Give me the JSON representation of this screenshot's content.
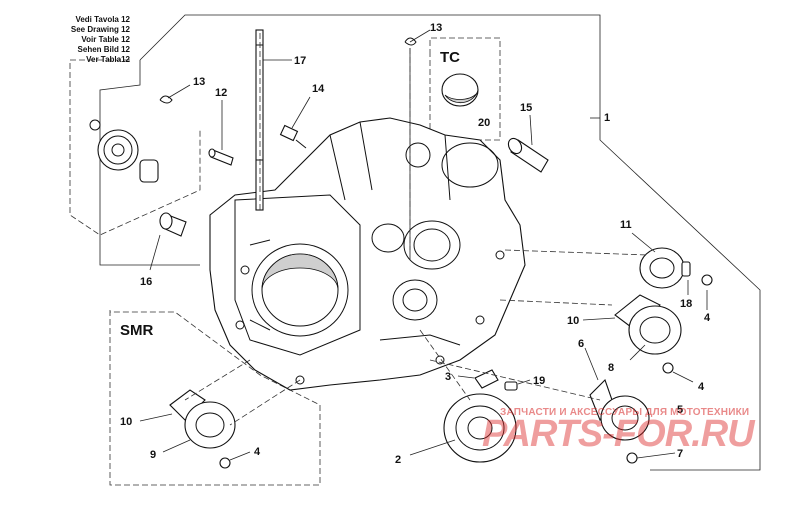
{
  "reference_note": [
    "Vedi Tavola 12",
    "See Drawing 12",
    "Voir Table 12",
    "Sehen Bild 12",
    "Ver Tabla12"
  ],
  "boxes": {
    "tc": "TC",
    "smr": "SMR"
  },
  "callouts": {
    "p1": "1",
    "p2": "2",
    "p3": "3",
    "p4a": "4",
    "p4b": "4",
    "p4c": "4",
    "p5": "5",
    "p6": "6",
    "p7": "7",
    "p8": "8",
    "p9": "9",
    "p10a": "10",
    "p10b": "10",
    "p11": "11",
    "p12": "12",
    "p13a": "13",
    "p13b": "13",
    "p14": "14",
    "p15": "15",
    "p16": "16",
    "p17": "17",
    "p18": "18",
    "p19": "19",
    "p20": "20"
  },
  "watermark": {
    "line": "ЗАПЧАСТИ И АКСЕССУАРЫ ДЛЯ МОТОТЕХНИКИ",
    "brand": "PARTS-FOR.RU"
  }
}
